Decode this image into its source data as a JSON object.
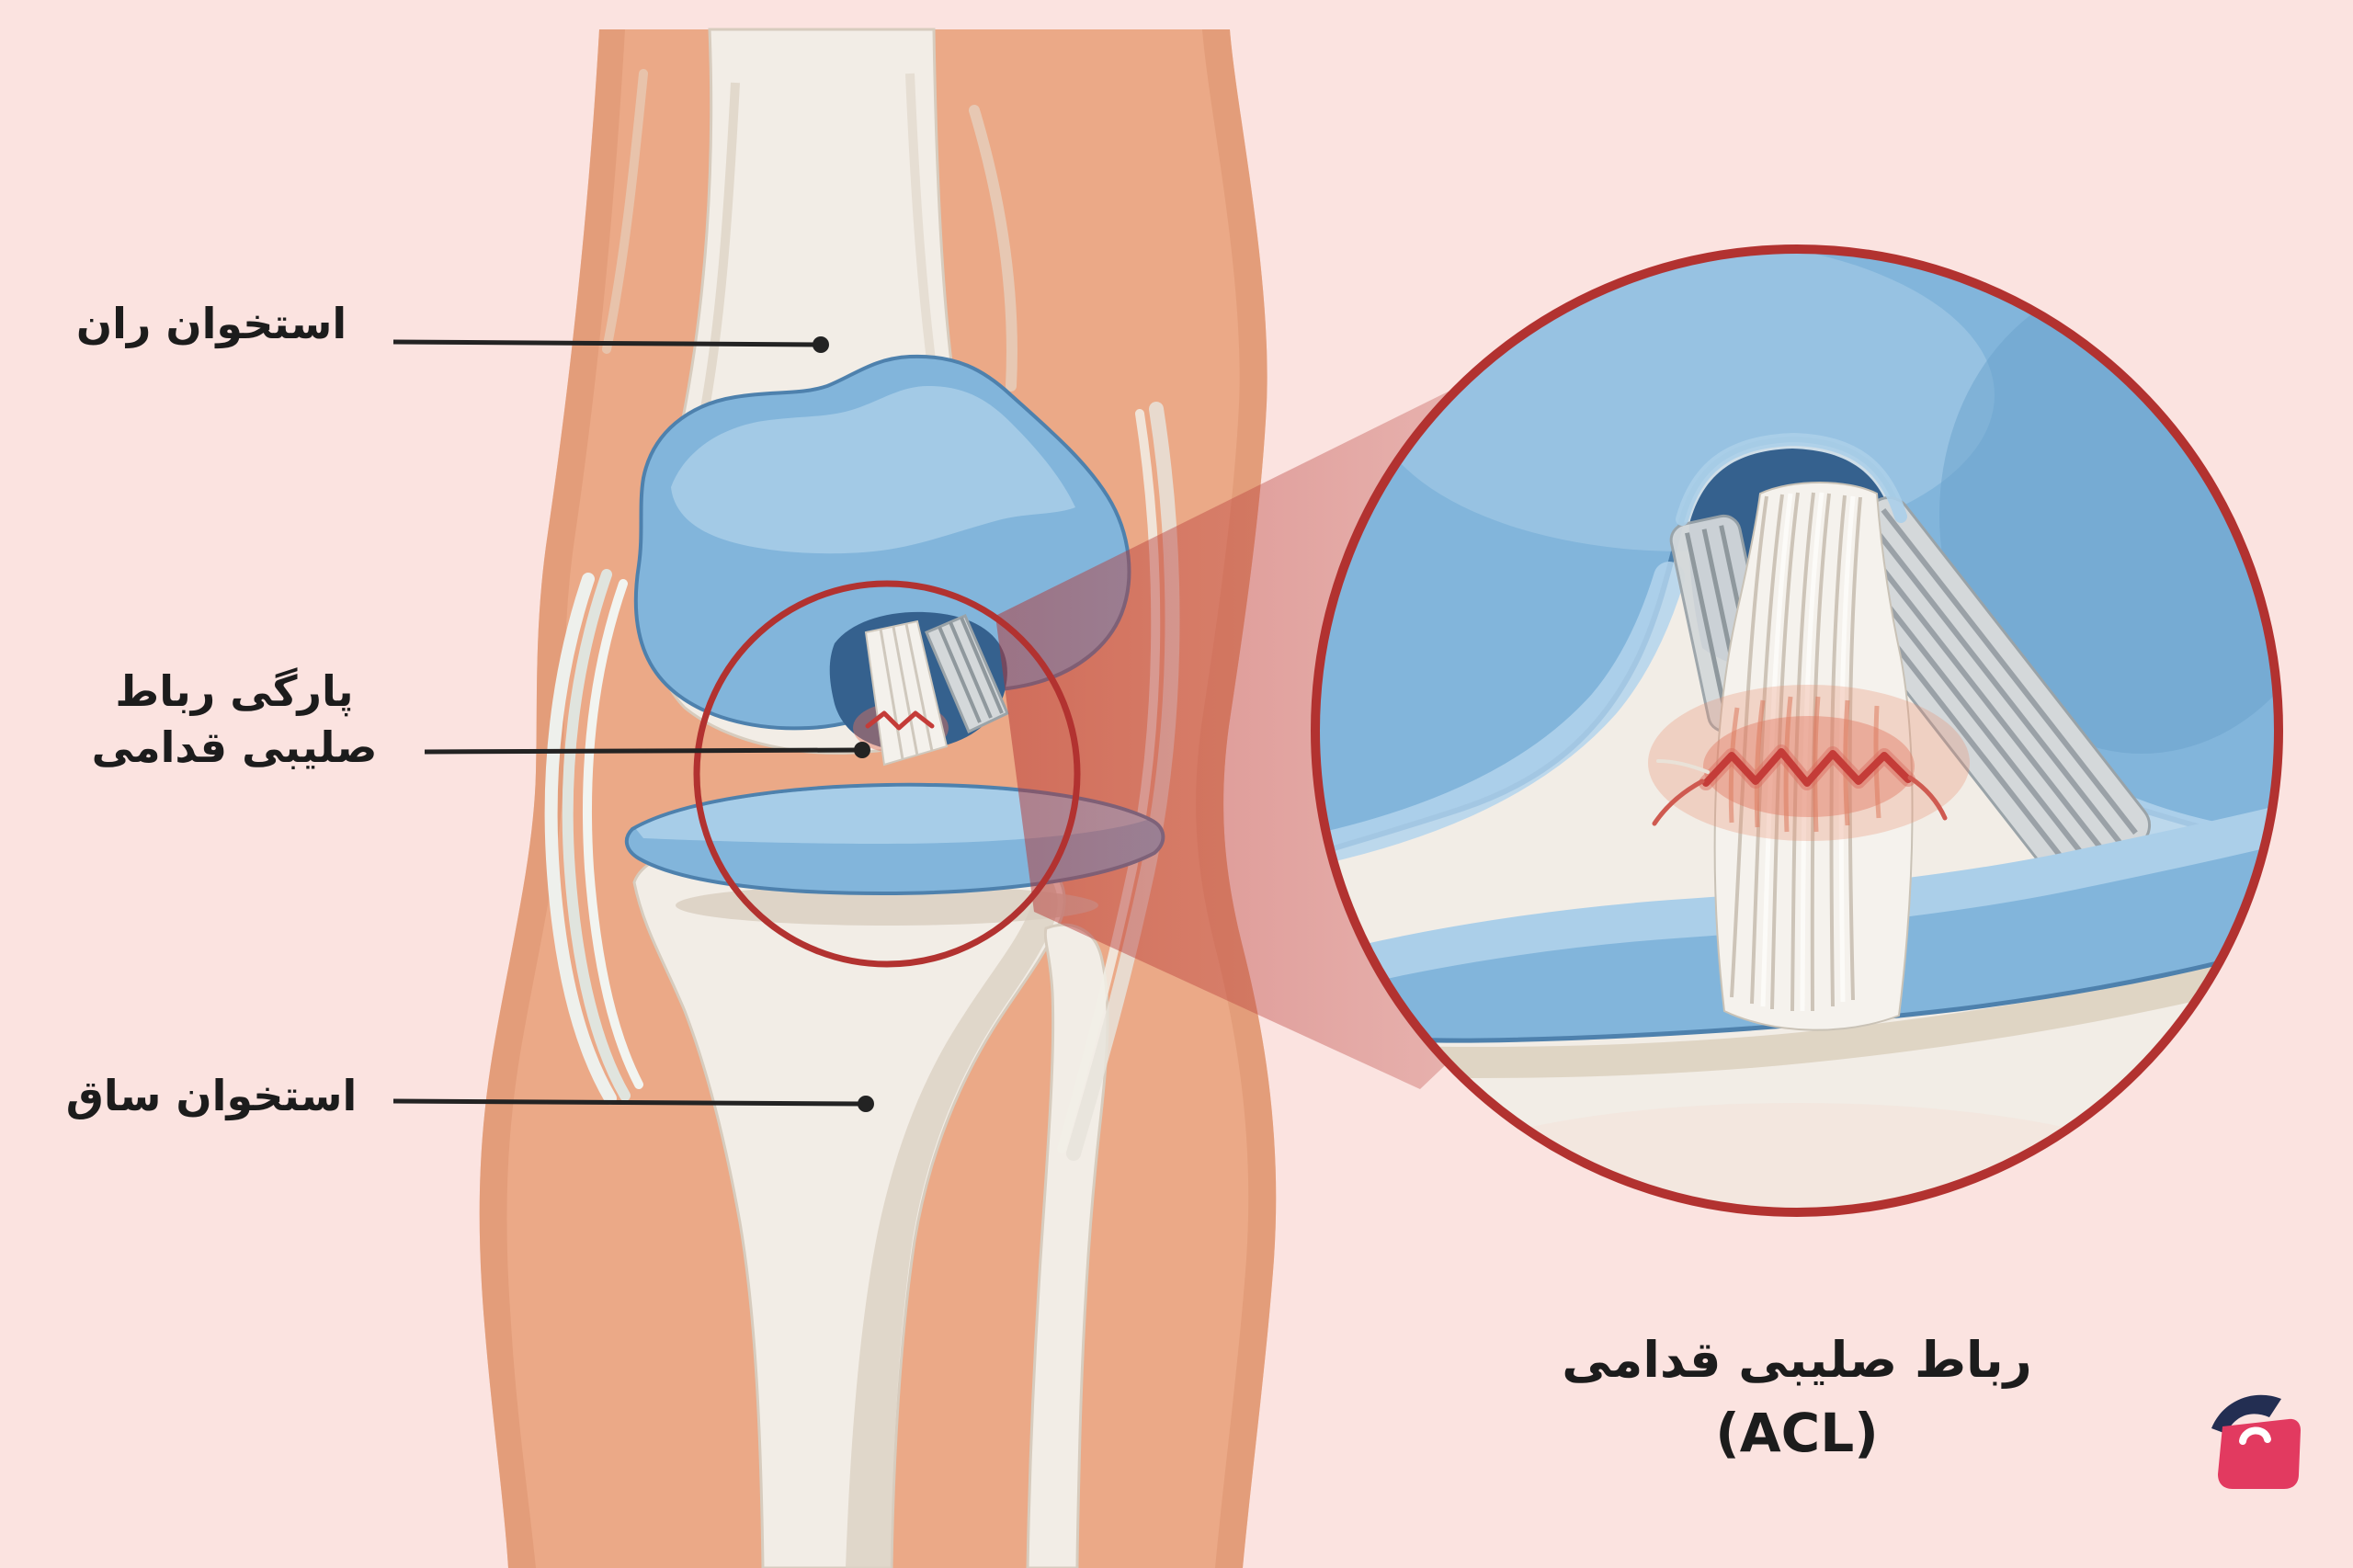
{
  "diagram": {
    "labels": {
      "femur": "استخوان ران",
      "acl_tear_line1": "پارگی رباط",
      "acl_tear_line2": "صلیبی قدامی",
      "tibia": "استخوان ساق",
      "acl_caption": "رباط صلیبی قدامی",
      "acl_abbr": "(ACL)"
    },
    "colors": {
      "background": "#fbe3e0",
      "skin": "#eba987",
      "skin_shade": "#dd9672",
      "bone": "#f2ede6",
      "bone_shade": "#d7ccbe",
      "cartilage_blue": "#82b5db",
      "cartilage_light": "#abcfe9",
      "blue_dark": "#4e81ad",
      "blue_deep": "#35618e",
      "accent_red": "#b23230",
      "tear_red": "#c43c38",
      "ligament_grey": "#d4d8da",
      "stripe_grey": "#8f989d",
      "text": "#1c1c1c",
      "logo_pink": "#e23a60",
      "logo_navy": "#232e52"
    },
    "icons": {
      "brand_logo": "brand-logo"
    }
  }
}
